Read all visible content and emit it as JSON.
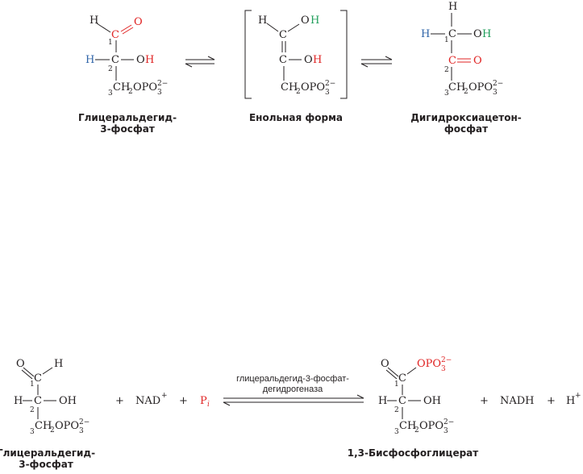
{
  "colors": {
    "text": "#231f20",
    "red": "#e02424",
    "blue": "#2f64a8",
    "green": "#1f9e5a"
  },
  "atoms": {
    "C": "C",
    "H": "H",
    "O": "O",
    "OH": "OH",
    "ch2": "CH",
    "opo": "OPO",
    "two": "2",
    "three": "3",
    "minus": "2−",
    "n1": "1",
    "n2": "2",
    "n3": "3"
  },
  "top": {
    "gap_caption_1": "Глицеральдегид-",
    "gap_caption_2": "3-фосфат",
    "enol_caption": "Енольная форма",
    "dhap_caption_1": "Дигидроксиацетон-",
    "dhap_caption_2": "фосфат"
  },
  "bottom": {
    "nad": "NAD",
    "plus_sup": "+",
    "plus": "+",
    "pi_p": "P",
    "pi_i": "i",
    "enzyme_1": "глицеральдегид-3-фосфат-",
    "enzyme_2": "дегидрогеназа",
    "nadh": "NADH",
    "hplus": "H",
    "gap_caption_1": "Глицеральдегид-",
    "gap_caption_2": "3-фосфат",
    "bpg_caption": "1,3-Бисфосфоглицерат",
    "opo_group": "OPO"
  }
}
